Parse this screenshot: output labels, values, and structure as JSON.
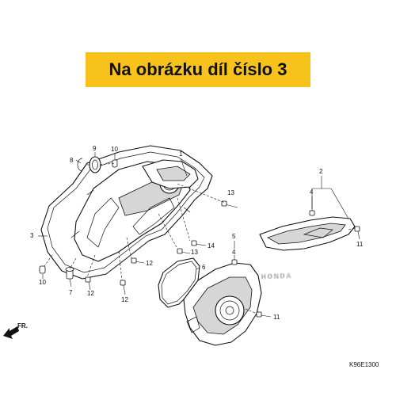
{
  "banner": {
    "text": "Na obrázku díl číslo 3",
    "color": "#f7c21c"
  },
  "callouts": [
    {
      "id": "1",
      "text": "1"
    },
    {
      "id": "2",
      "text": "2"
    },
    {
      "id": "3",
      "text": "3"
    },
    {
      "id": "4a",
      "text": "4"
    },
    {
      "id": "4b",
      "text": "4"
    },
    {
      "id": "5",
      "text": "5"
    },
    {
      "id": "6",
      "text": "6"
    },
    {
      "id": "7",
      "text": "7"
    },
    {
      "id": "8",
      "text": "8"
    },
    {
      "id": "9",
      "text": "9"
    },
    {
      "id": "10a",
      "text": "10"
    },
    {
      "id": "10b",
      "text": "10"
    },
    {
      "id": "11a",
      "text": "11"
    },
    {
      "id": "11b",
      "text": "11"
    },
    {
      "id": "12a",
      "text": "12"
    },
    {
      "id": "12b",
      "text": "12"
    },
    {
      "id": "12c",
      "text": "12"
    },
    {
      "id": "13a",
      "text": "13"
    },
    {
      "id": "13b",
      "text": "13"
    },
    {
      "id": "14",
      "text": "14"
    }
  ],
  "direction_label": "FR.",
  "watermark_text": "HONDA",
  "diagram_code": "K96E1300"
}
